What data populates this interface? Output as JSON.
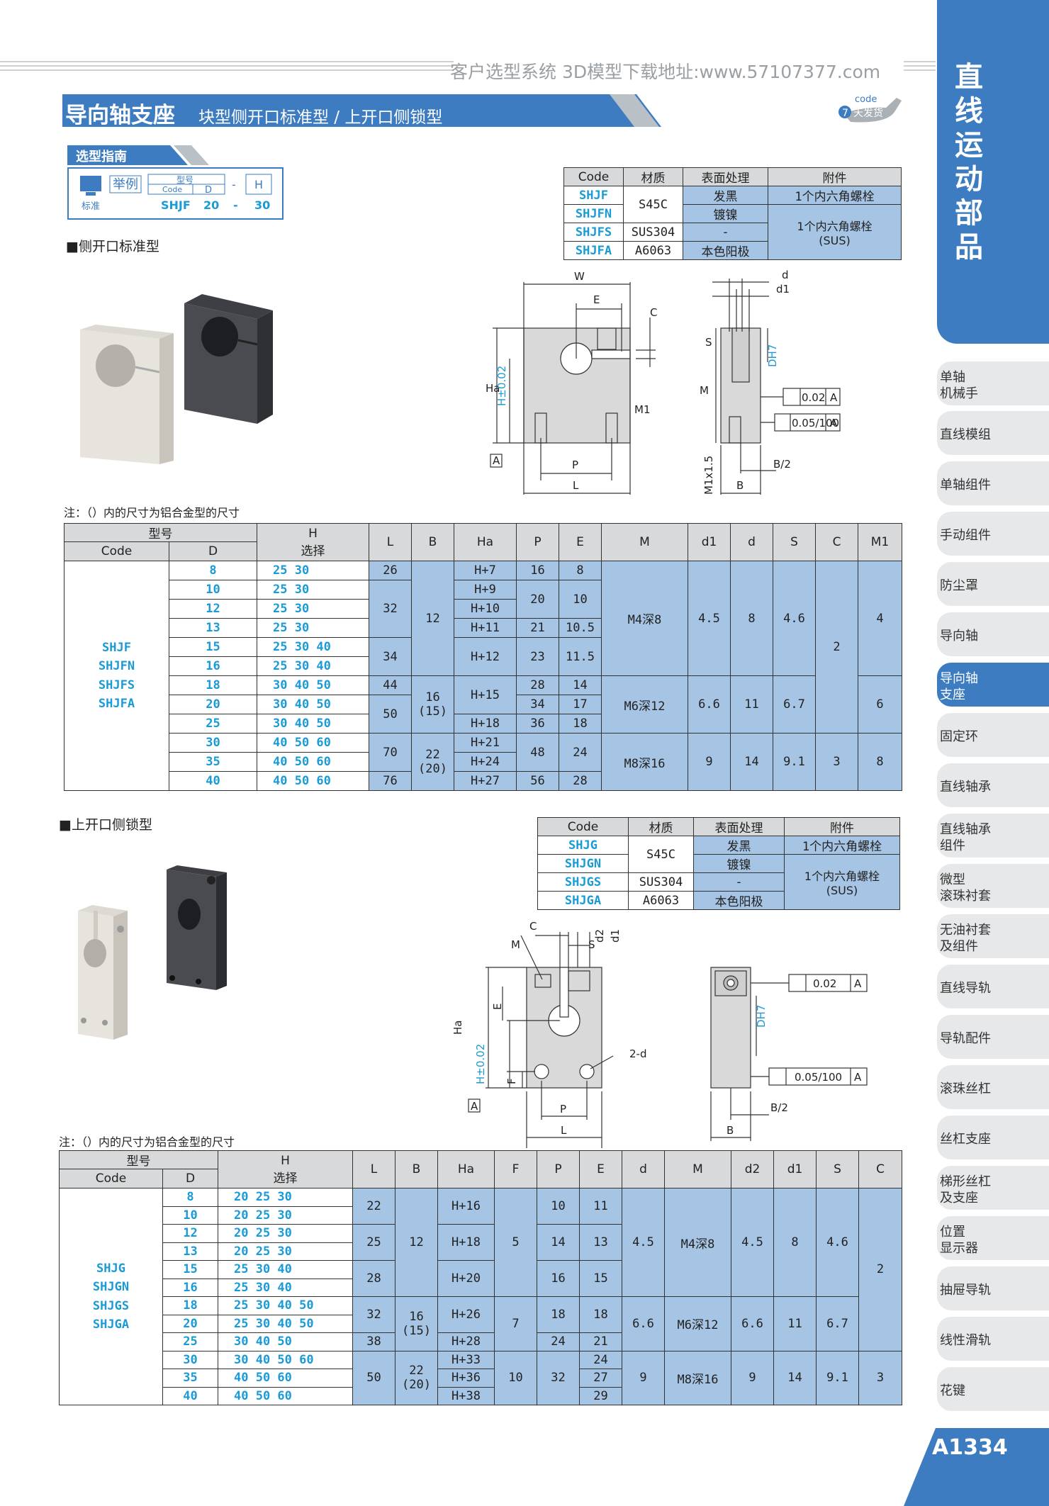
{
  "header": {
    "url_text": "客户选型系统  3D模型下载地址:www.57107377.com",
    "title": "导向轴支座",
    "subtitle": "块型侧开口标准型 / 上开口侧锁型",
    "delivery_code": "code",
    "delivery_days": "7",
    "delivery_text": "天发货"
  },
  "sidebar": {
    "section": "直线运动部品",
    "page": "A1334",
    "items": [
      {
        "label": "单轴\n机械手"
      },
      {
        "label": "直线模组"
      },
      {
        "label": "单轴组件"
      },
      {
        "label": "手动组件"
      },
      {
        "label": "防尘罩"
      },
      {
        "label": "导向轴"
      },
      {
        "label": "导向轴\n支座",
        "active": true
      },
      {
        "label": "固定环"
      },
      {
        "label": "直线轴承"
      },
      {
        "label": "直线轴承\n组件"
      },
      {
        "label": "微型\n滚珠衬套"
      },
      {
        "label": "无油衬套\n及组件"
      },
      {
        "label": "直线导轨"
      },
      {
        "label": "导轨配件"
      },
      {
        "label": "滚珠丝杠"
      },
      {
        "label": "丝杠支座"
      },
      {
        "label": "梯形丝杠\n及支座"
      },
      {
        "label": "位置\n显示器"
      },
      {
        "label": "抽屉导轨"
      },
      {
        "label": "线性滑轨"
      },
      {
        "label": "花键"
      }
    ]
  },
  "guide": {
    "tag": "选型指南",
    "example": "举例",
    "std": "标准",
    "model_lbl": "型号",
    "code_lbl": "Code",
    "d_lbl": "D",
    "dash": "-",
    "h_lbl": "H",
    "ex_code": "SHJF",
    "ex_d": "20",
    "ex_h": "30"
  },
  "section1": {
    "title": "■侧开口标准型",
    "note": "注：（）内的尺寸为铝合金型的尺寸"
  },
  "section2": {
    "title": "■上开口侧锁型",
    "note": "注：（）内的尺寸为铝合金型的尺寸"
  },
  "mat_headers": [
    "Code",
    "材质",
    "表面处理",
    "附件"
  ],
  "mat1": {
    "codes": [
      "SHJF",
      "SHJFN",
      "SHJFS",
      "SHJFA"
    ],
    "materials": [
      "S45C",
      "SUS304",
      "A6063"
    ],
    "surfaces": [
      "发黑",
      "镀镍",
      "-",
      "本色阳极"
    ],
    "acc": [
      "1个内六角螺栓",
      "1个内六角螺栓\n(SUS)"
    ]
  },
  "mat2": {
    "codes": [
      "SHJG",
      "SHJGN",
      "SHJGS",
      "SHJGA"
    ],
    "materials": [
      "S45C",
      "SUS304",
      "A6063"
    ],
    "surfaces": [
      "发黑",
      "镀镍",
      "-",
      "本色阳极"
    ],
    "acc": [
      "1个内六角螺栓",
      "1个内六角螺栓\n(SUS)"
    ]
  },
  "dia1": {
    "W": "W",
    "E": "E",
    "C": "C",
    "Ha": "Ha",
    "H": "H±0.02",
    "M1": "M1",
    "P": "P",
    "L": "L",
    "A": "A",
    "d": "d",
    "d1": "d1",
    "S": "S",
    "DH7": "DH7",
    "M": "M",
    "par": "0.02",
    "perp": "0.05/100",
    "Mx": "M1x1.5",
    "B2": "B/2",
    "B": "B"
  },
  "dia2": {
    "C": "C",
    "M": "M",
    "S": "S",
    "d2": "d2",
    "d1": "d1",
    "E": "E",
    "Ha": "Ha",
    "H": "H±0.02",
    "F": "F",
    "twod": "2-d",
    "P": "P",
    "L": "L",
    "A": "A",
    "DH7": "DH7",
    "par": "0.02",
    "perp": "0.05/100",
    "B2": "B/2",
    "B": "B"
  },
  "t1": {
    "h_model": "型号",
    "h_code": "Code",
    "h_D": "D",
    "h_H": "H\n选择",
    "cols": [
      "L",
      "B",
      "Ha",
      "P",
      "E",
      "M",
      "d1",
      "d",
      "S",
      "C",
      "M1"
    ],
    "codes": [
      "SHJF",
      "SHJFN",
      "SHJFS",
      "SHJFA"
    ],
    "D": [
      "8",
      "10",
      "12",
      "13",
      "15",
      "16",
      "18",
      "20",
      "25",
      "30",
      "35",
      "40"
    ],
    "H": [
      "25  30",
      "25  30",
      "25  30",
      "25  30",
      "25  30  40",
      "25  30  40",
      "30  40  50",
      "30  40  50",
      "30  40  50",
      "40  50  60",
      "40  50  60",
      "40  50  60"
    ],
    "L": [
      "26",
      "32",
      "34",
      "44",
      "50",
      "70",
      "76"
    ],
    "B": [
      "12",
      "16\n(15)",
      "22\n(20)"
    ],
    "Ha": [
      "H+7",
      "H+9",
      "H+10",
      "H+11",
      "H+12",
      "H+15",
      "H+18",
      "H+21",
      "H+24",
      "H+27"
    ],
    "P": [
      "16",
      "20",
      "21",
      "23",
      "28",
      "34",
      "36",
      "48",
      "56"
    ],
    "E": [
      "8",
      "10",
      "10.5",
      "11.5",
      "14",
      "17",
      "18",
      "24",
      "28"
    ],
    "M": [
      "M4深8",
      "M6深12",
      "M8深16"
    ],
    "d1": [
      "4.5",
      "6.6",
      "9"
    ],
    "d": [
      "8",
      "11",
      "14"
    ],
    "S": [
      "4.6",
      "6.7",
      "9.1"
    ],
    "C": [
      "2",
      "3"
    ],
    "M1": [
      "4",
      "6",
      "8"
    ]
  },
  "t2": {
    "h_model": "型号",
    "h_code": "Code",
    "h_D": "D",
    "h_H": "H\n选择",
    "cols": [
      "L",
      "B",
      "Ha",
      "F",
      "P",
      "E",
      "d",
      "M",
      "d2",
      "d1",
      "S",
      "C"
    ],
    "codes": [
      "SHJG",
      "SHJGN",
      "SHJGS",
      "SHJGA"
    ],
    "D": [
      "8",
      "10",
      "12",
      "13",
      "15",
      "16",
      "18",
      "20",
      "25",
      "30",
      "35",
      "40"
    ],
    "H": [
      "20  25  30",
      "20  25  30",
      "20  25  30",
      "20  25  30",
      "25  30  40",
      "25  30  40",
      "25  30  40  50",
      "25  30  40  50",
      "30  40  50",
      "30  40  50  60",
      "40  50  60",
      "40  50  60"
    ],
    "L": [
      "22",
      "25",
      "28",
      "32",
      "38",
      "50"
    ],
    "B": [
      "12",
      "16\n(15)",
      "22\n(20)"
    ],
    "Ha": [
      "H+16",
      "H+18",
      "H+20",
      "H+26",
      "H+28",
      "H+33",
      "H+36",
      "H+38"
    ],
    "F": [
      "5",
      "7",
      "10"
    ],
    "P": [
      "10",
      "14",
      "16",
      "18",
      "24",
      "32"
    ],
    "E": [
      "11",
      "13",
      "15",
      "18",
      "21",
      "24",
      "27",
      "29"
    ],
    "d": [
      "4.5",
      "6.6",
      "9"
    ],
    "M": [
      "M4深8",
      "M6深12",
      "M8深16"
    ],
    "d2": [
      "4.5",
      "6.6",
      "9"
    ],
    "d1": [
      "8",
      "11",
      "14"
    ],
    "S": [
      "4.6",
      "6.7",
      "9.1"
    ],
    "C": [
      "2",
      "3"
    ]
  }
}
